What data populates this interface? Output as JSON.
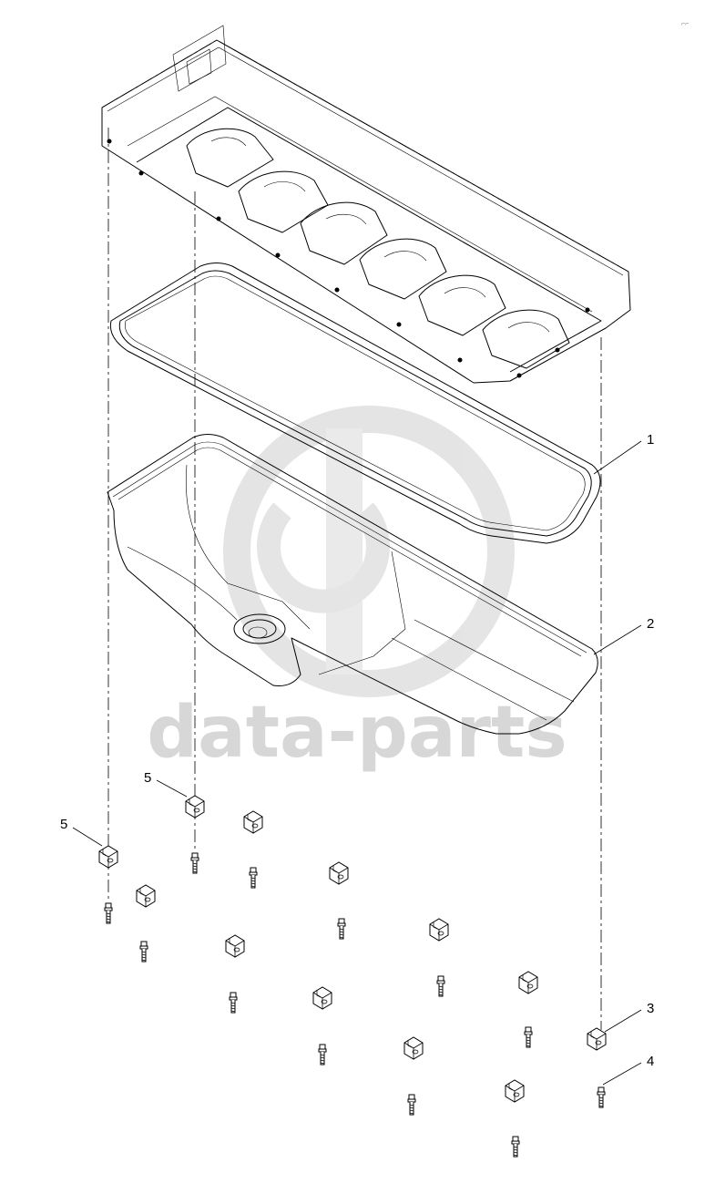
{
  "watermark": {
    "text": "data-parts",
    "color": "#d7d7d7"
  },
  "corner_mark": "⌐⌐",
  "callouts": [
    {
      "id": "1",
      "label": "1",
      "part": "oil-pan-gasket"
    },
    {
      "id": "2",
      "label": "2",
      "part": "oil-pan"
    },
    {
      "id": "3",
      "label": "3",
      "part": "clamp-bracket"
    },
    {
      "id": "4",
      "label": "4",
      "part": "bolt"
    },
    {
      "id": "5a",
      "label": "5",
      "part": "clamp-bracket"
    },
    {
      "id": "5b",
      "label": "5",
      "part": "clamp-bracket"
    }
  ],
  "colors": {
    "line": "#000000",
    "background": "#ffffff"
  }
}
